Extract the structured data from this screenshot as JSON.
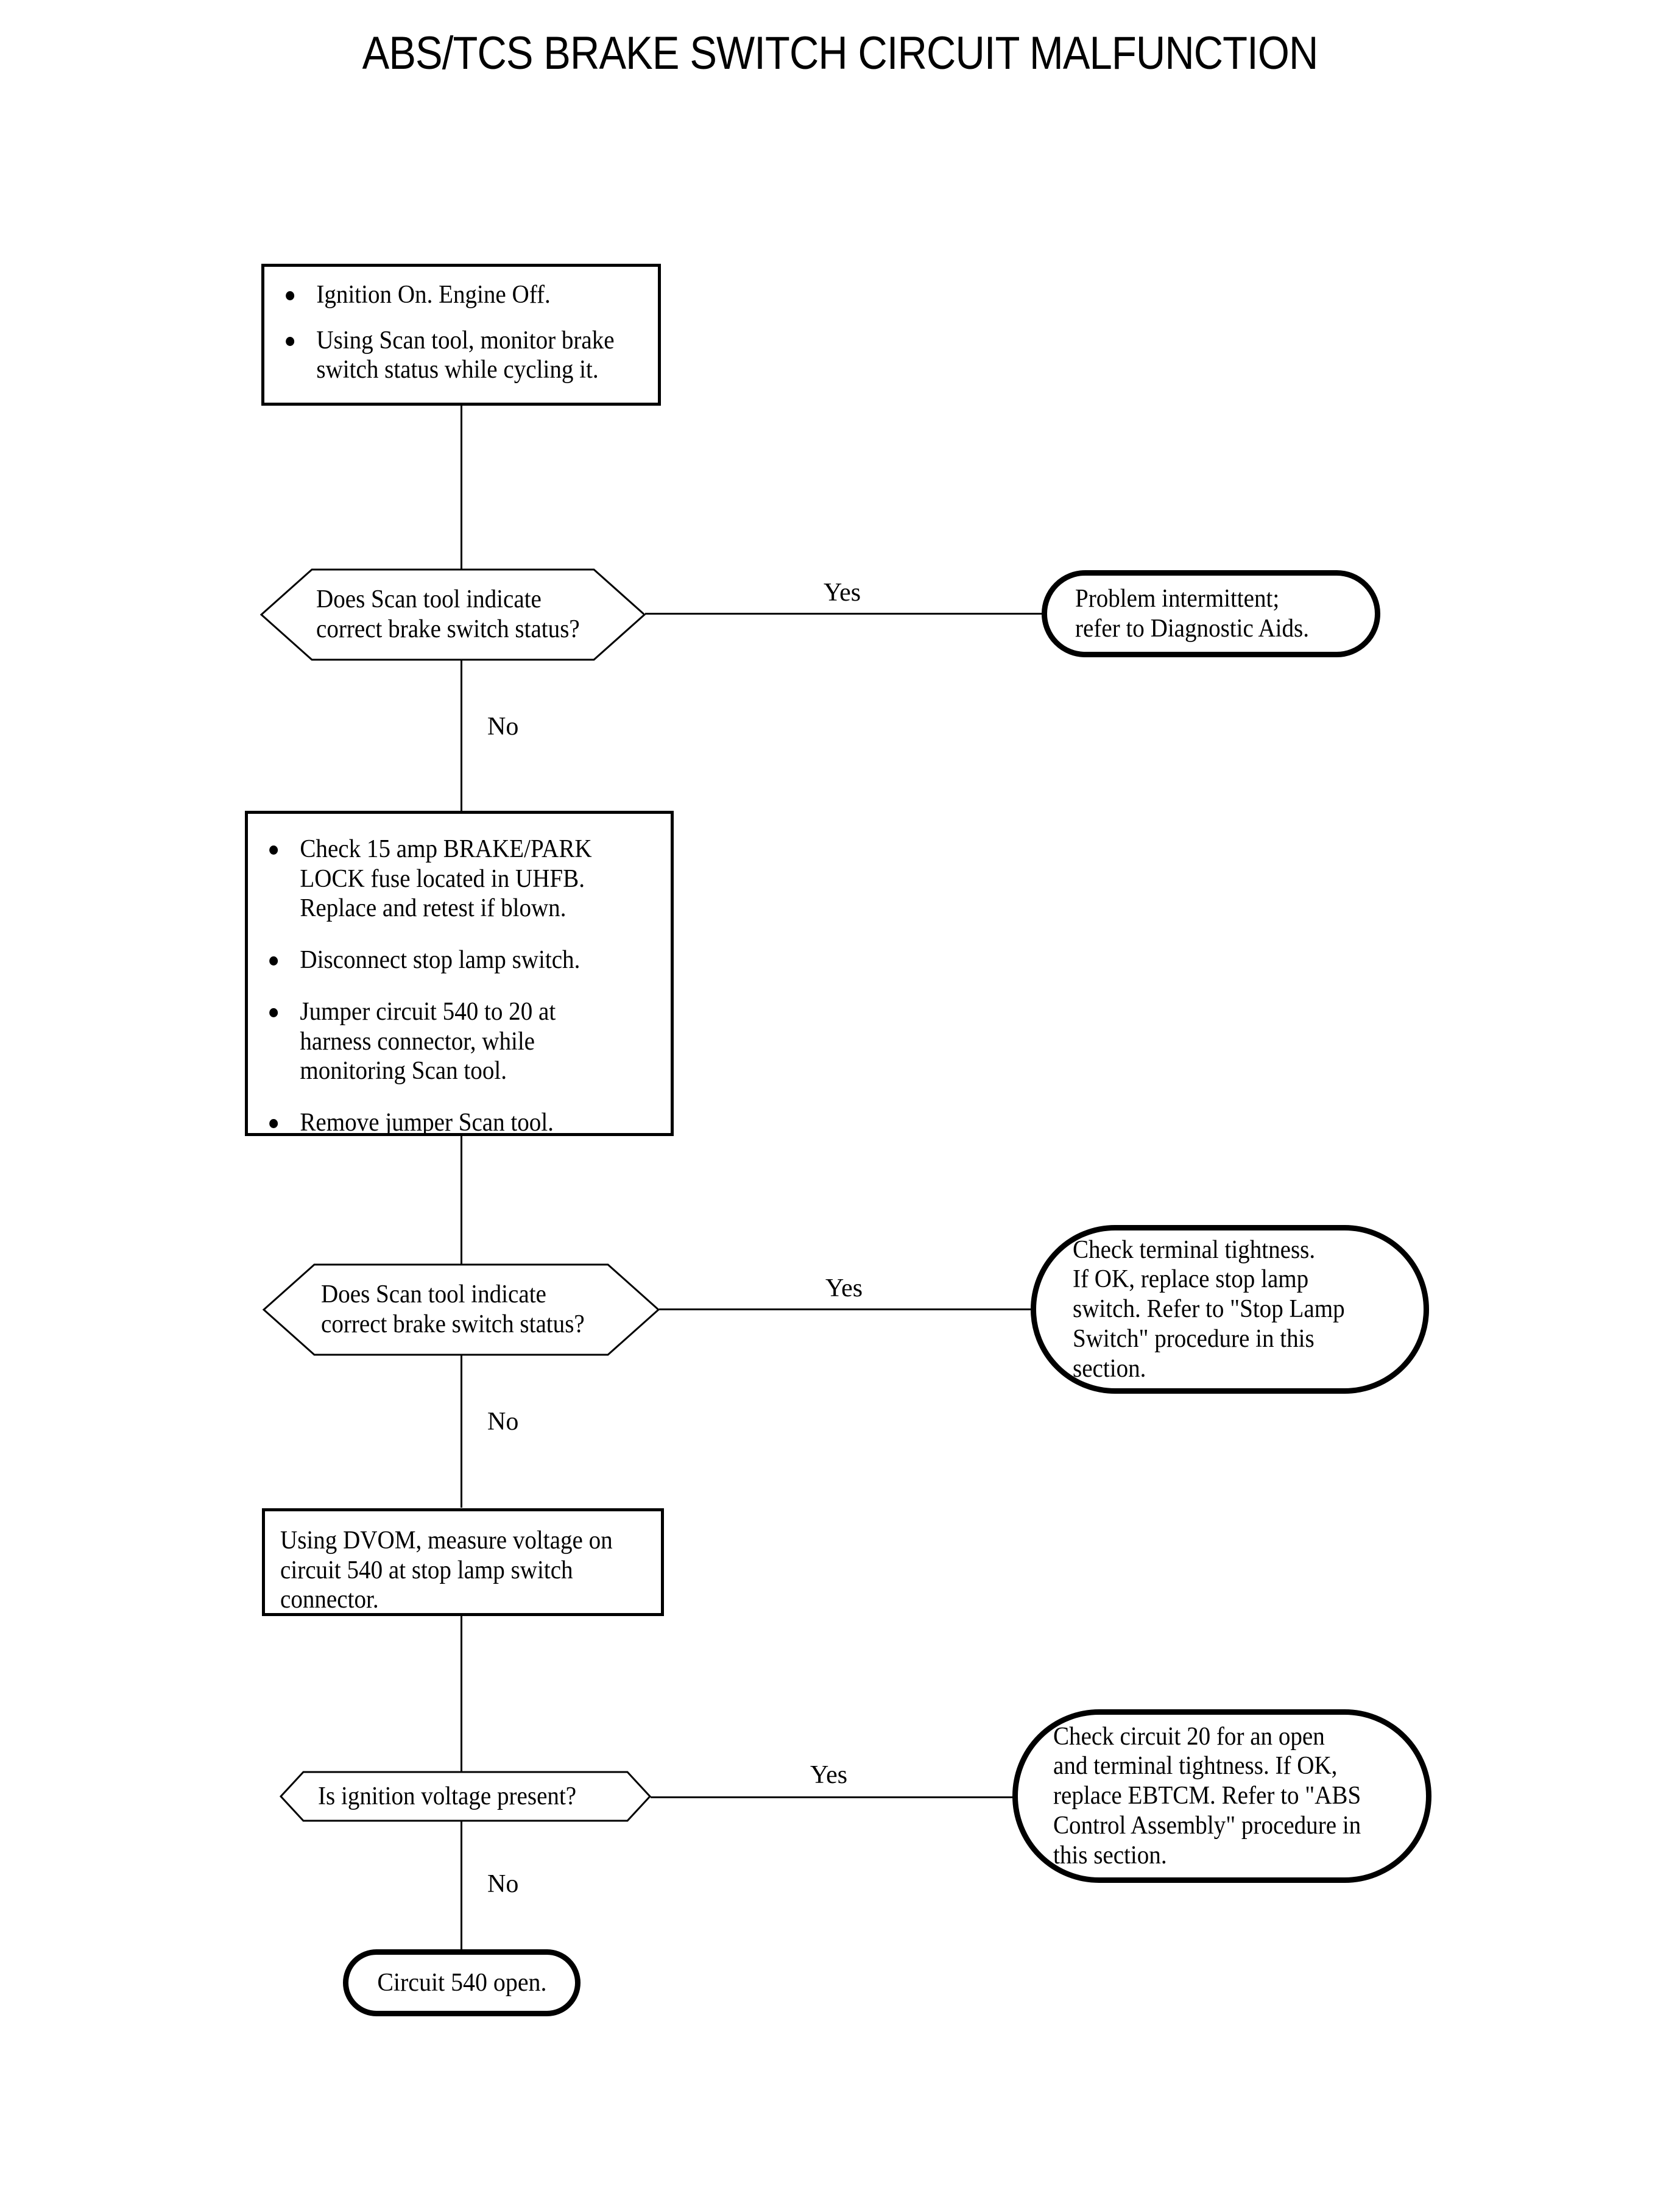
{
  "document": {
    "title": "ABS/TCS BRAKE SWITCH CIRCUIT MALFUNCTION",
    "type": "diagnostic-flowchart",
    "ink_color": "#000000",
    "background_color": "#ffffff"
  },
  "nodes": {
    "step1": {
      "shape": "process",
      "bullets": [
        "Ignition On. Engine Off.",
        "Using Scan tool, monitor brake switch status while cycling it."
      ]
    },
    "decision1": {
      "shape": "decision",
      "lines": [
        "Does Scan tool indicate",
        "correct brake switch status?"
      ]
    },
    "result1": {
      "shape": "terminator",
      "lines": [
        "Problem intermittent;",
        "refer to Diagnostic Aids."
      ]
    },
    "step2": {
      "shape": "process",
      "bullets": [
        "Check 15 amp BRAKE/PARK LOCK fuse located in UHFB. Replace and retest if blown.",
        "Disconnect stop lamp switch.",
        "Jumper circuit 540 to 20 at harness connector, while monitoring Scan tool.",
        "Remove jumper Scan tool."
      ]
    },
    "decision2": {
      "shape": "decision",
      "lines": [
        "Does Scan tool indicate",
        "correct brake switch status?"
      ]
    },
    "result2": {
      "shape": "terminator",
      "lines": [
        "Check terminal tightness.",
        "If OK, replace stop lamp",
        "switch. Refer to \"Stop Lamp",
        "Switch\" procedure in this",
        "section."
      ]
    },
    "step3": {
      "shape": "process",
      "lines": [
        "Using DVOM, measure voltage on",
        "circuit 540 at stop lamp switch",
        "connector."
      ]
    },
    "decision3": {
      "shape": "decision",
      "lines": [
        "Is ignition voltage present?"
      ]
    },
    "result3": {
      "shape": "terminator",
      "lines": [
        "Check circuit 20 for an open",
        "and terminal tightness. If OK,",
        "replace EBTCM. Refer to \"ABS",
        "Control Assembly\" procedure in",
        "this section."
      ]
    },
    "result4": {
      "shape": "terminator",
      "lines": [
        "Circuit 540 open."
      ]
    }
  },
  "edges": {
    "d1_yes": "Yes",
    "d1_no": "No",
    "d2_yes": "Yes",
    "d2_no": "No",
    "d3_yes": "Yes",
    "d3_no": "No"
  }
}
